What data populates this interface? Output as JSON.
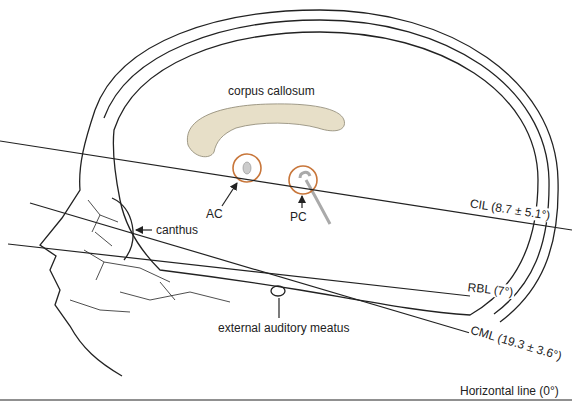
{
  "diagram": {
    "labels": [
      "corpus callosum",
      "AC",
      "PC",
      "canthus",
      "external auditory meatus",
      "CIL (8.7 ± 5.1°)",
      "RBL (7°)",
      "CML (19.3 ± 3.6°)",
      "Horizontal line (0°)"
    ]
  }
}
